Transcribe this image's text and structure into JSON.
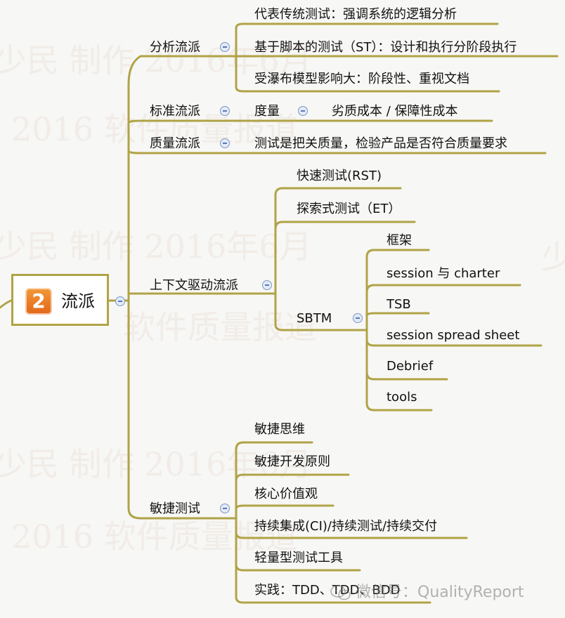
{
  "root": {
    "badge": "2",
    "label": "流派"
  },
  "branches": {
    "analysis": {
      "label": "分析流派",
      "children": [
        "代表传统测试：强调系统的逻辑分析",
        "基于脚本的测试（ST）：设计和执行分阶段执行",
        "受瀑布模型影响大：阶段性、重视文档"
      ]
    },
    "standard": {
      "label": "标准流派",
      "child": "度量",
      "grandchild": "劣质成本 / 保障性成本"
    },
    "quality": {
      "label": "质量流派",
      "child": "测试是把关质量，检验产品是否符合质量要求"
    },
    "context": {
      "label": "上下文驱动流派",
      "children": [
        "快速测试(RST)",
        "探索式测试（ET）",
        "SBTM"
      ],
      "sbtm_children": [
        "框架",
        "session 与 charter",
        "TSB",
        "session spread sheet",
        "Debrief",
        "tools"
      ]
    },
    "agile": {
      "label": "敏捷测试",
      "children": [
        "敏捷思维",
        "敏捷开发原则",
        "核心价值观",
        "持续集成(CI)/持续测试/持续交付",
        "轻量型测试工具",
        "实践：TDD、TDD、BDD"
      ]
    }
  },
  "watermarks": [
    "少民  制作 2016年6月",
    "2016 软件质量报道",
    "少民  制作 2016年6月",
    "软件质量报道",
    "少民  制作 2016年6月",
    "2016 软件质量报道",
    "少"
  ],
  "wechat_mark": {
    "prefix": "微信号：",
    "name": "QualityReport"
  },
  "colors": {
    "line": "#b0a346",
    "fold_border": "#7e97c8",
    "fold_fill": "#e2eaf7",
    "badge": "#e8721f"
  }
}
